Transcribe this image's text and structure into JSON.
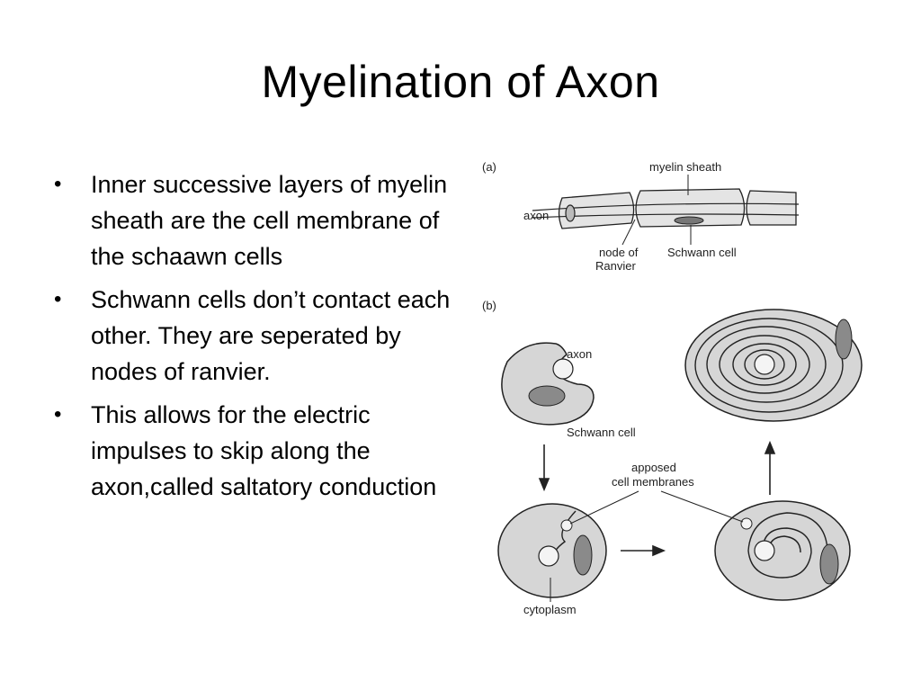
{
  "slide": {
    "title": "Myelination of Axon",
    "bullets": [
      "Inner successive layers of myelin sheath are the cell membrane of the schaawn cells",
      "Schwann cells don’t contact each other. They are seperated by nodes of ranvier.",
      "This allows for the electric impulses to skip along the axon,called saltatory conduction"
    ]
  },
  "figure": {
    "panel_a": {
      "tag": "(a)",
      "labels": {
        "myelin_sheath": "myelin sheath",
        "axon": "axon",
        "node_line1": "node of",
        "node_line2": "Ranvier",
        "schwann_cell": "Schwann cell"
      }
    },
    "panel_b": {
      "tag": "(b)",
      "labels": {
        "axon": "axon",
        "schwann_cell": "Schwann cell",
        "apposed_line1": "apposed",
        "apposed_line2": "cell membranes",
        "cytoplasm": "cytoplasm"
      }
    }
  },
  "colors": {
    "cell_fill": "#d6d6d6",
    "nucleus_fill": "#8a8a8a",
    "outline": "#222222"
  }
}
